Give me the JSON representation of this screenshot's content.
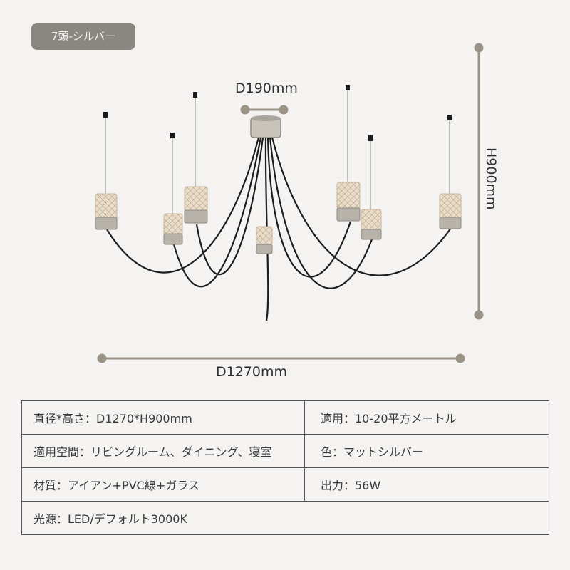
{
  "tag": "7頭-シルバー",
  "dimensions": {
    "top": "D190mm",
    "bottom": "D1270mm",
    "right": "H900mm"
  },
  "specs": {
    "size": "直径*高さ：D1270*H900mm",
    "area": "適用：10-20平方メートル",
    "space": "適用空間：リビングルーム、ダイニング、寝室",
    "color": "色：マットシルバー",
    "material": "材質：アイアン+PVC線+ガラス",
    "power": "出力：56W",
    "light": "光源：LED/デフォルト3000K"
  },
  "colors": {
    "tag_bg": "#8a8780",
    "dim_line": "#9b9486",
    "cable": "#1d1d1d",
    "metal": "#b7b3ab"
  }
}
